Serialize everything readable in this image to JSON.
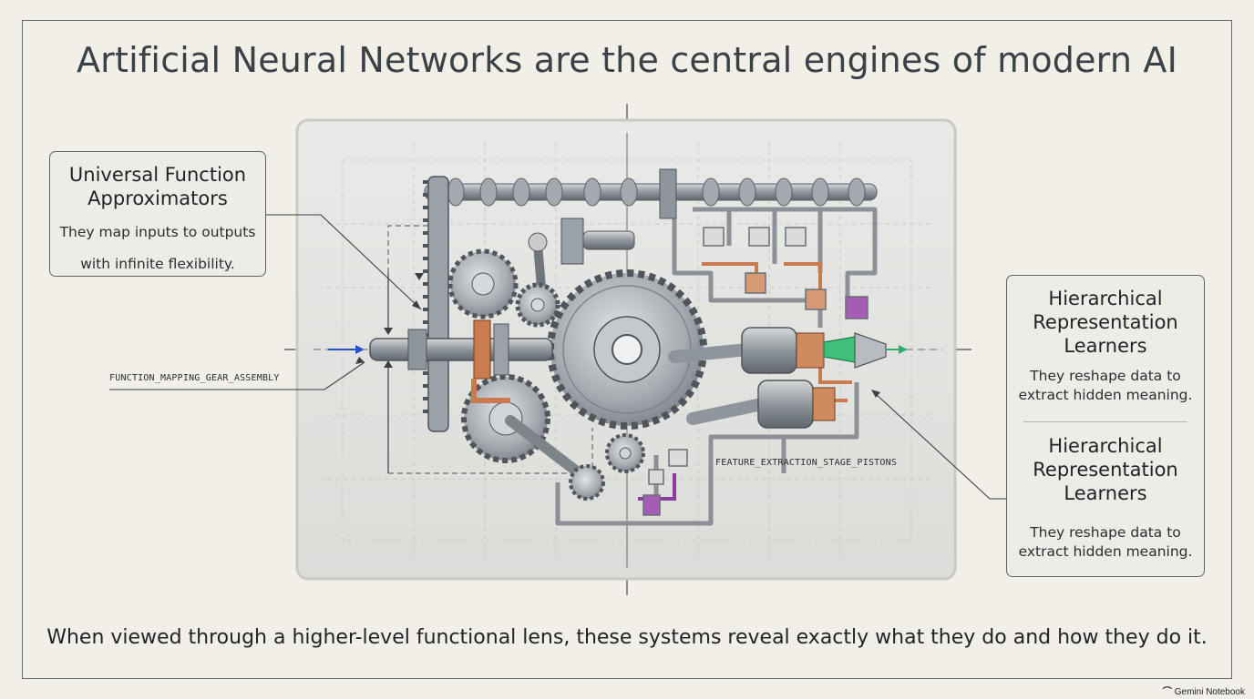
{
  "title": "Artificial Neural Networks are the central engines of modern AI",
  "cards": {
    "left": {
      "heading_line1": "Universal Function",
      "heading_line2": "Approximators",
      "body_line1": "They map inputs to outputs",
      "body_line2": "with infinite flexibility."
    },
    "right_top": {
      "heading_line1": "Hierarchical",
      "heading_line2": "Representation",
      "heading_line3": "Learners",
      "body_line1": "They reshape data to",
      "body_line2": "extract hidden meaning."
    },
    "right_bottom": {
      "heading_line1": "Hierarchical",
      "heading_line2": "Representation",
      "heading_line3": "Learners",
      "body_line1": "They reshape data to",
      "body_line2": "extract hidden meaning."
    }
  },
  "labels": {
    "gear_assembly": "FUNCTION_MAPPING_GEAR_ASSEMBLY",
    "pistons": "FEATURE_EXTRACTION_STAGE_PISTONS"
  },
  "footer": "When viewed through a higher-level functional lens, these systems reveal exactly what they do and how they do it.",
  "brand": {
    "name": "Gemini Notebook",
    "logo_icon": "gemini-notebook-logo-icon"
  },
  "colors": {
    "background": "#f1efe8",
    "metal": "#9aa1a7",
    "copper": "#c97a4e",
    "purple": "#8a3d9a",
    "green": "#2fb06a",
    "arrow_blue": "#2b4fc8"
  }
}
